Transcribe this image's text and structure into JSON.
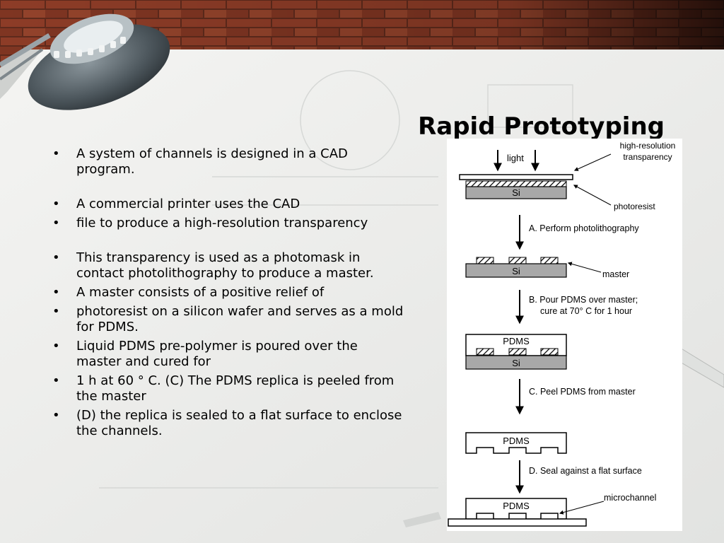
{
  "title": "Rapid Prototyping",
  "bullets": [
    "A system of channels is designed in a CAD program.",
    "A commercial printer uses the CAD",
    "file to produce a high-resolution transparency",
    "This transparency is used as a photomask in contact photolithography to produce a master.",
    "A master consists of a positive relief of",
    "photoresist on a silicon wafer and serves as a mold for PDMS.",
    "Liquid PDMS pre-polymer is poured over the master and cured for",
    "1 h at 60 ° C. (C) The PDMS replica is peeled from the master",
    "(D) the replica is sealed to a flat surface to enclose the channels."
  ],
  "diagram": {
    "light": "light",
    "high_res_line1": "high-resolution",
    "high_res_line2": "transparency",
    "si": "Si",
    "photoresist": "photoresist",
    "step_a": "A. Perform photolithography",
    "master": "master",
    "step_b_line1": "B. Pour PDMS over master;",
    "step_b_line2": "cure at 70° C for 1 hour",
    "pdms": "PDMS",
    "step_c": "C. Peel PDMS from master",
    "step_d": "D. Seal against a flat surface",
    "microchannel": "microchannel"
  },
  "colors": {
    "brick": "#8a3b26",
    "paper": "#ededeb",
    "silicon": "#a8a8a8"
  }
}
